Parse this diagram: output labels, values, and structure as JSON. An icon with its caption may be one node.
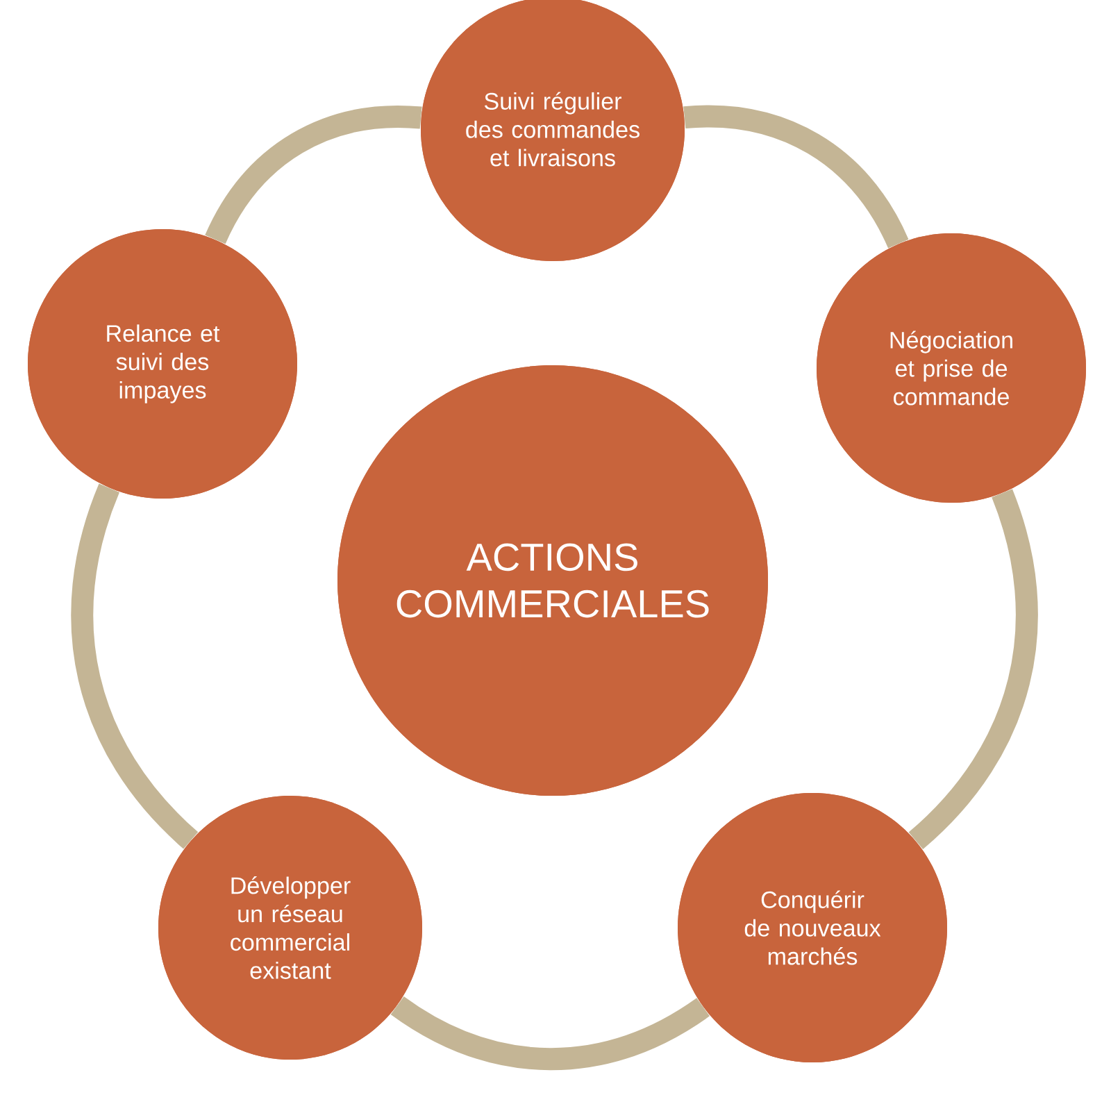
{
  "diagram": {
    "nodes": [
      {
        "text": [
          "Suivi régulier des commandes et livraisons"
        ]
      },
      {
        "text": [
          "Relance et suivi des impayes"
        ]
      },
      {
        "text": [
          "Négociation et prise de commande"
        ]
      },
      {
        "text": [
          "ACTIONS COMMERCIALES"
        ]
      },
      {
        "text": [
          "Développer un réseau commercial existant"
        ]
      },
      {
        "text": [
          "Conquérir de nouveaux marchés"
        ]
      }
    ],
    "edges": [
      {
        "from": 0,
        "to": 2,
        "arrow": "none"
      },
      {
        "from": 2,
        "to": 5,
        "arrow": "none"
      },
      {
        "from": 5,
        "to": 4,
        "arrow": "none"
      },
      {
        "from": 4,
        "to": 1,
        "arrow": "none"
      },
      {
        "from": 1,
        "to": 0,
        "arrow": "none"
      }
    ]
  }
}
